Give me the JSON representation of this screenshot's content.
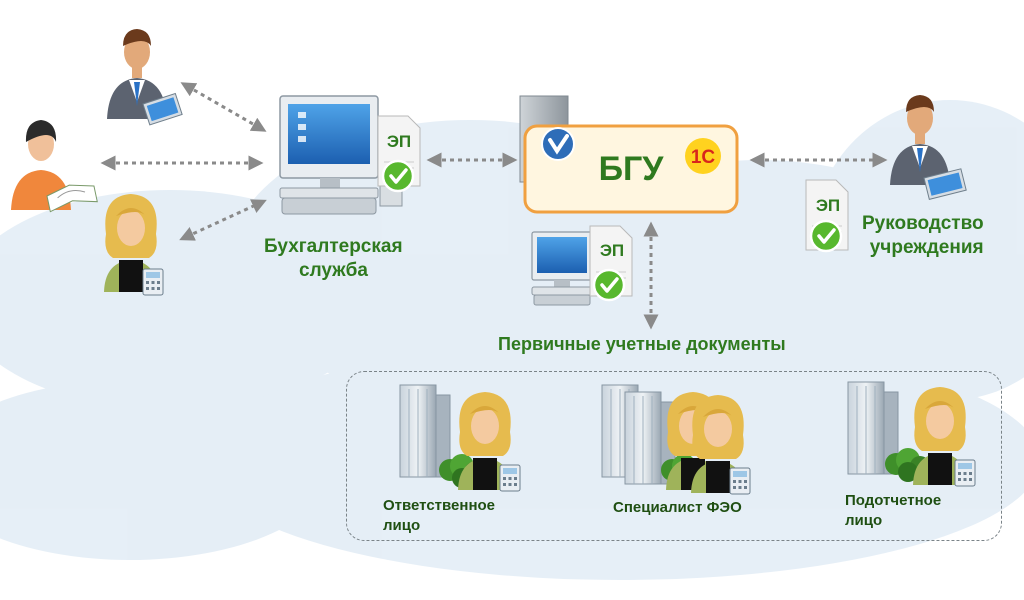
{
  "labels": {
    "accounting": [
      "Бухгалтерская",
      "служба"
    ],
    "management": [
      "Руководство",
      "учреждения"
    ],
    "primary_docs": "Первичные учетные документы",
    "system": "БГУ",
    "brand": "1С",
    "sig": "ЭП"
  },
  "roles": [
    {
      "lines": [
        "Ответственное",
        "лицо"
      ]
    },
    {
      "lines": [
        "Специалист ФЭО"
      ]
    },
    {
      "lines": [
        "Подотчетное",
        "лицо"
      ]
    }
  ],
  "colors": {
    "green_text": "#2f7a1f",
    "arrow": "#8a8a8a",
    "bgu_border": "#f0a040",
    "bgu_fill": "#fff6e0",
    "brand_red": "#d8261c",
    "brand_yellow": "#ffd21f",
    "check_green": "#58b82e",
    "cloud": "#dde9f4"
  },
  "icons": [
    "businessman-icon",
    "woman-icon",
    "blonde-woman-icon",
    "computer-icon",
    "document-icon",
    "check-icon",
    "server-icon",
    "building-icon",
    "bush-icon",
    "calculator-icon",
    "laptop-icon",
    "book-icon"
  ]
}
